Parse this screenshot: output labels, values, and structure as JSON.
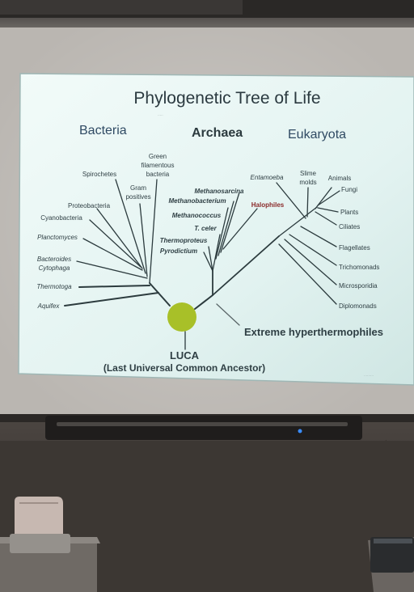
{
  "slide": {
    "title": "Phylogenetic Tree of Life",
    "domains": {
      "bacteria": "Bacteria",
      "archaea": "Archaea",
      "eukaryota": "Eukaryota"
    },
    "bacteria_taxa": {
      "green_filamentous_1": "Green",
      "green_filamentous_2": "filamentous",
      "green_filamentous_3": "bacteria",
      "spirochetes": "Spirochetes",
      "gram_positives_1": "Gram",
      "gram_positives_2": "positives",
      "proteobacteria": "Proteobacteria",
      "cyanobacteria": "Cyanobacteria",
      "planctomyces": "Planctomyces",
      "bacteroides_1": "Bacteroides",
      "bacteroides_2": "Cytophaga",
      "thermotoga": "Thermotoga",
      "aquifex": "Aquifex"
    },
    "archaea_taxa": {
      "methanosarcina": "Methanosarcina",
      "methanobacterium": "Methanobacterium",
      "halophiles": "Halophiles",
      "methanococcus": "Methanococcus",
      "t_celer": "T. celer",
      "thermoproteus": "Thermoproteus",
      "pyrodictium": "Pyrodictium"
    },
    "eukaryota_taxa": {
      "entamoeba": "Entamoeba",
      "slime_molds_1": "Slime",
      "slime_molds_2": "molds",
      "animals": "Animals",
      "fungi": "Fungi",
      "plants": "Plants",
      "ciliates": "Ciliates",
      "flagellates": "Flagellates",
      "trichomonads": "Trichomonads",
      "microsporidia": "Microsporidia",
      "diplomonads": "Diplomonads"
    },
    "annotation": "Extreme hyperthermophiles",
    "luca": "LUCA",
    "luca_full": "(Last Universal Common Ancestor)",
    "colors": {
      "slide_bg": "#e4f4f2",
      "tree_line": "#2c3b3e",
      "luca_node": "#a8c028",
      "domain_text": "#2f4a63",
      "halophiles_text": "#8a2a2a"
    }
  }
}
